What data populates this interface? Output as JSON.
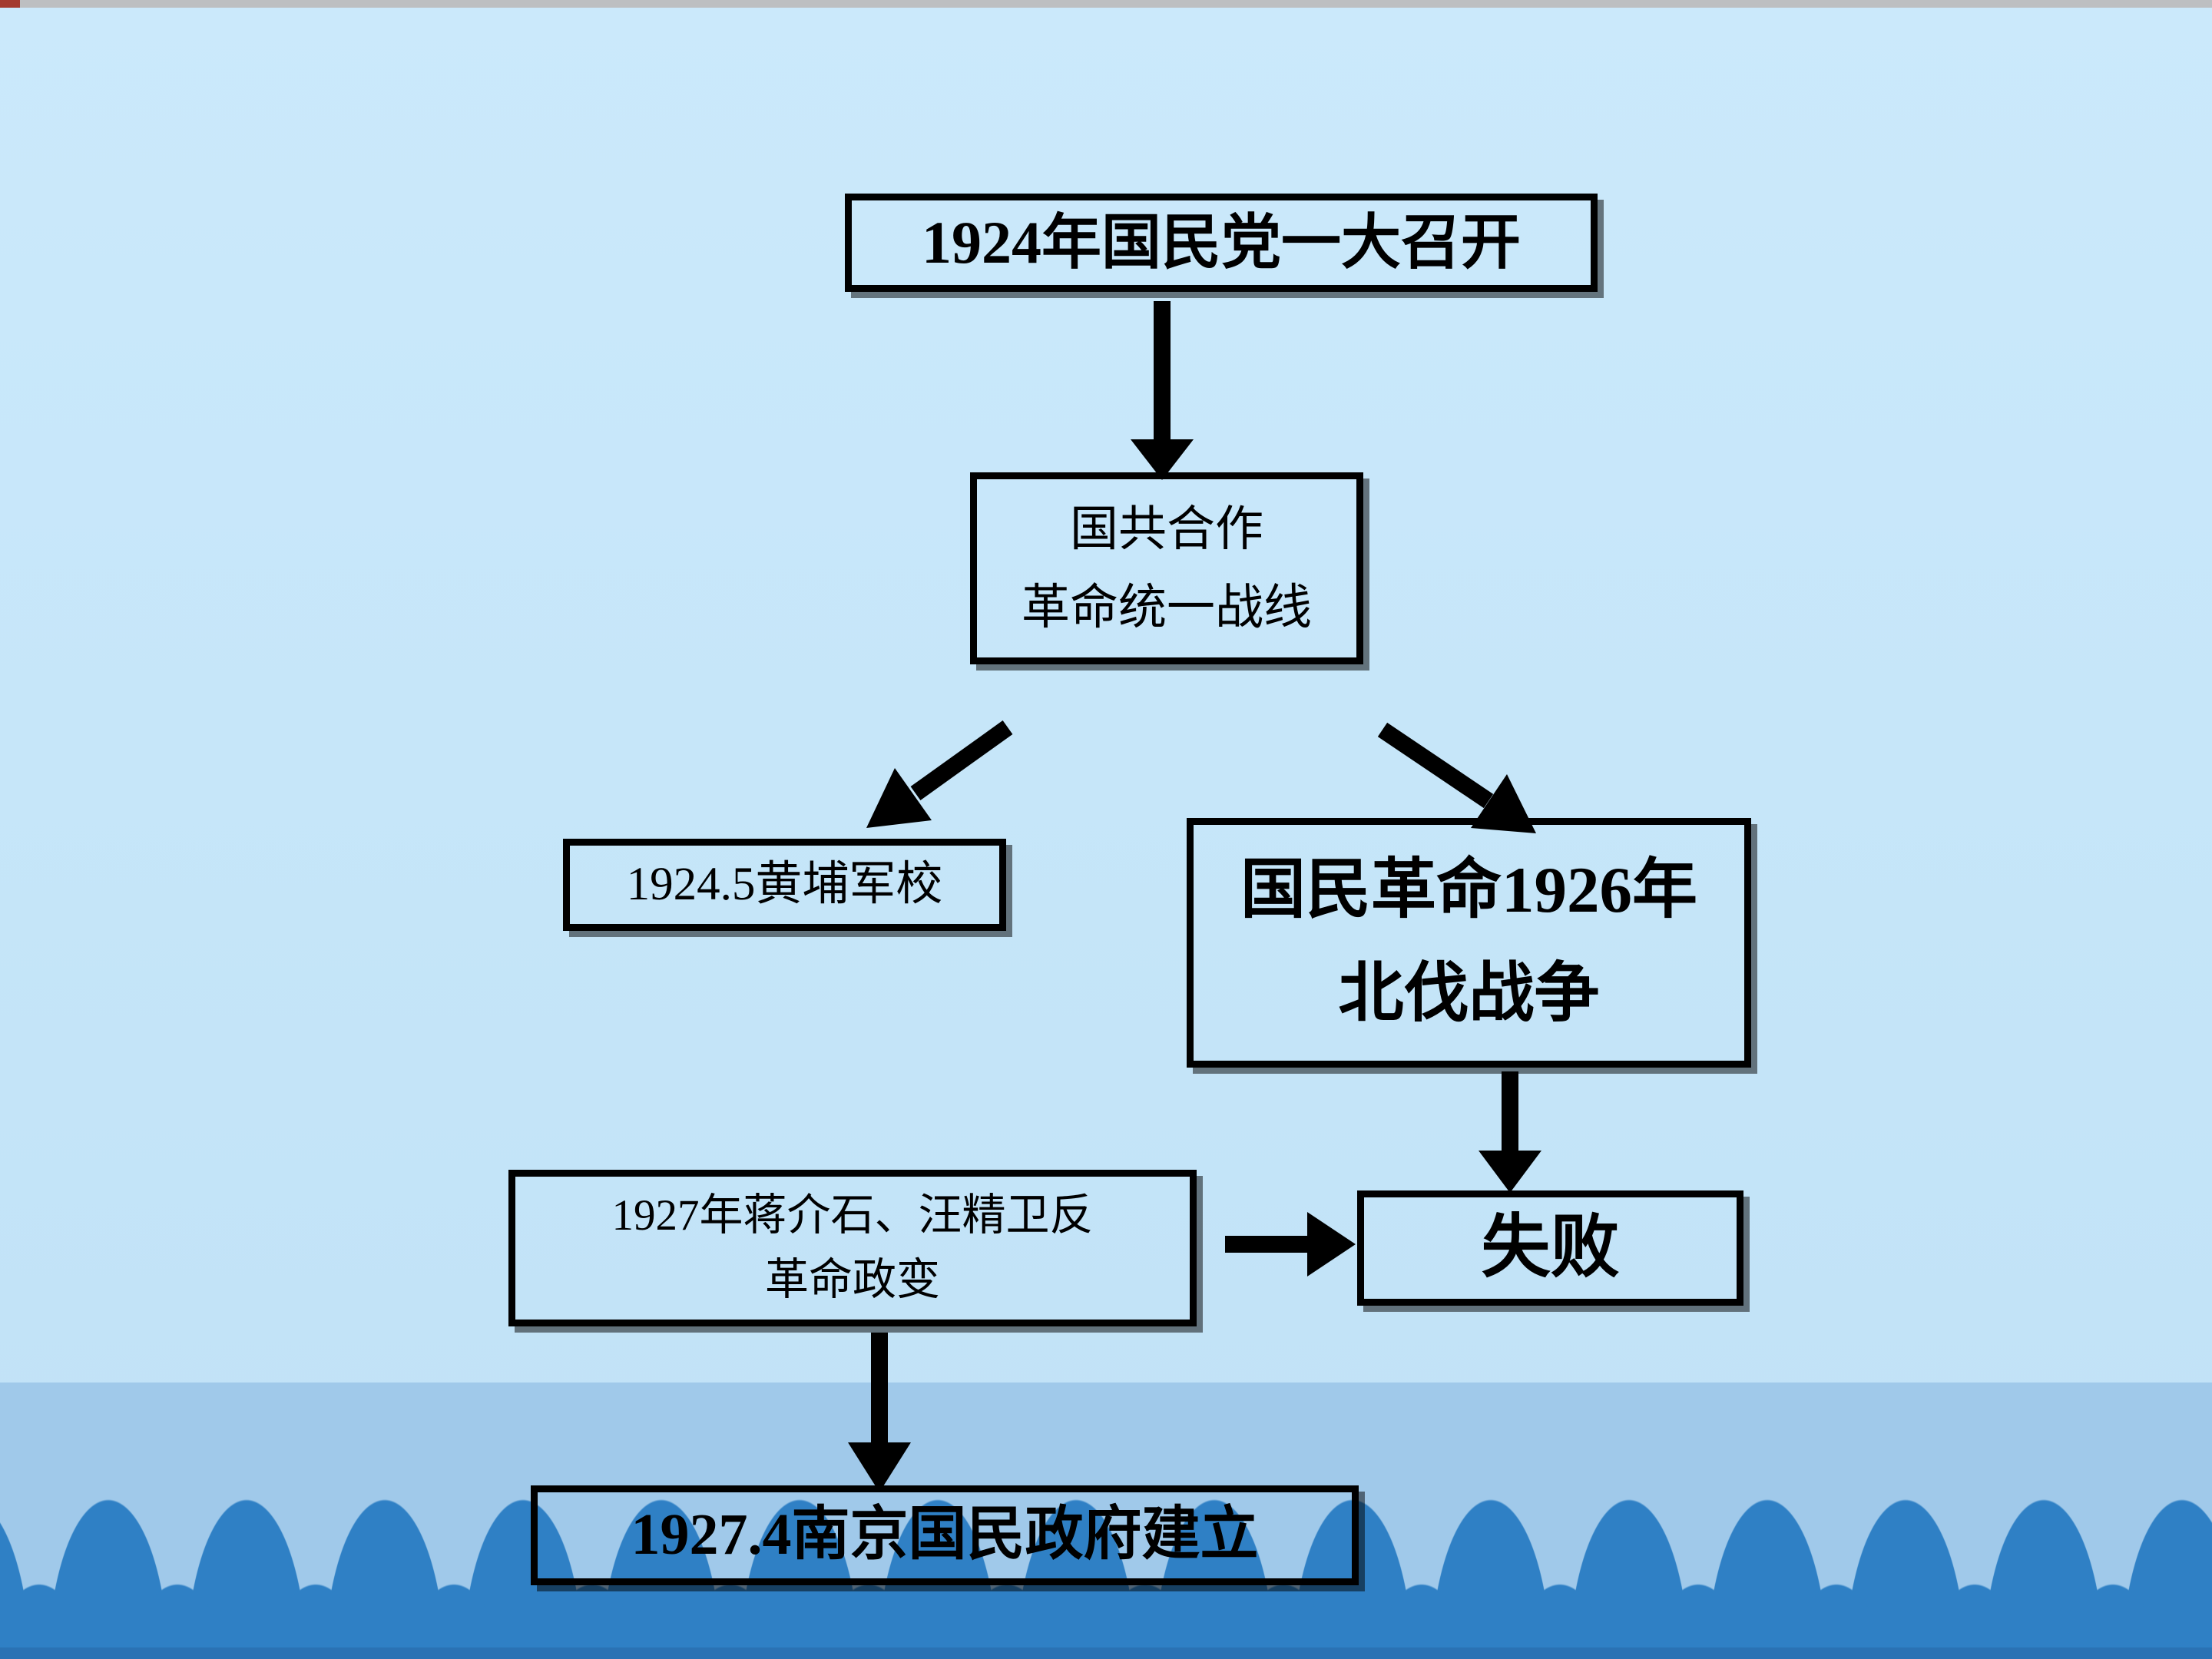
{
  "slide": {
    "kind": "presentation-slide-flowchart"
  },
  "colors": {
    "background_top": "#cbe9fb",
    "background_bottom": "#c0e1f6",
    "band_background": "#a0c9ea",
    "scallop_fill": "#2f80c5",
    "band_bottom_bar": "#2a72b4",
    "top_edge_gray": "#bdbfc1",
    "top_edge_red": "#a43a2e",
    "box_border": "#000000",
    "arrow": "#000000",
    "text": "#000000"
  },
  "flowchart": {
    "box_congress": {
      "text": "1924年国民党一大召开"
    },
    "box_cooperation": {
      "line1": "国共合作",
      "line2": "革命统一战线"
    },
    "box_whampoa": {
      "text": "1924.5黄埔军校"
    },
    "box_expedition": {
      "line1": "国民革命1926年",
      "line2": "北伐战争"
    },
    "box_coup": {
      "line1": "1927年蒋介石、汪精卫反",
      "line2": "革命政变"
    },
    "box_failure": {
      "text": "失败"
    },
    "box_nanjing": {
      "text": "1927.4南京国民政府建立"
    },
    "edges": [
      {
        "from": "box_congress",
        "to": "box_cooperation",
        "style": "vertical-arrow"
      },
      {
        "from": "box_cooperation",
        "to": "box_whampoa",
        "style": "diagonal-arrow"
      },
      {
        "from": "box_cooperation",
        "to": "box_expedition",
        "style": "diagonal-arrow"
      },
      {
        "from": "box_expedition",
        "to": "box_failure",
        "style": "vertical-arrow"
      },
      {
        "from": "box_coup",
        "to": "box_failure",
        "style": "horizontal-arrow"
      },
      {
        "from": "box_coup",
        "to": "box_nanjing",
        "style": "vertical-arrow"
      }
    ]
  }
}
